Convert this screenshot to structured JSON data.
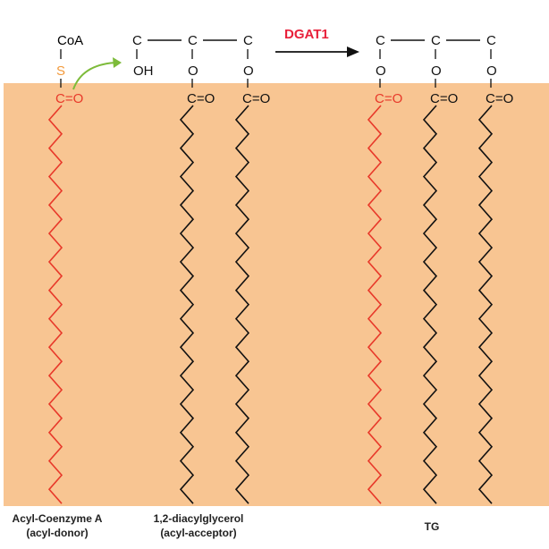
{
  "colors": {
    "membrane": "#f8c592",
    "acyl": "#e8392a",
    "sulfur": "#f39a3c",
    "arrow_green": "#7dbb3a",
    "enzyme": "#e8203a",
    "ink": "#111111"
  },
  "atoms": {
    "coa": "CoA",
    "s": "S",
    "c": "C",
    "o": "O",
    "oh": "OH",
    "carbonyl": "C=O",
    "bond": "—"
  },
  "enzyme": "DGAT1",
  "labels": {
    "donor_line1": "Acyl-Coenzyme A",
    "donor_line2": "(acyl-donor)",
    "acceptor_line1": "1,2-diacylglycerol",
    "acceptor_line2": "(acyl-acceptor)",
    "product": "TG"
  }
}
